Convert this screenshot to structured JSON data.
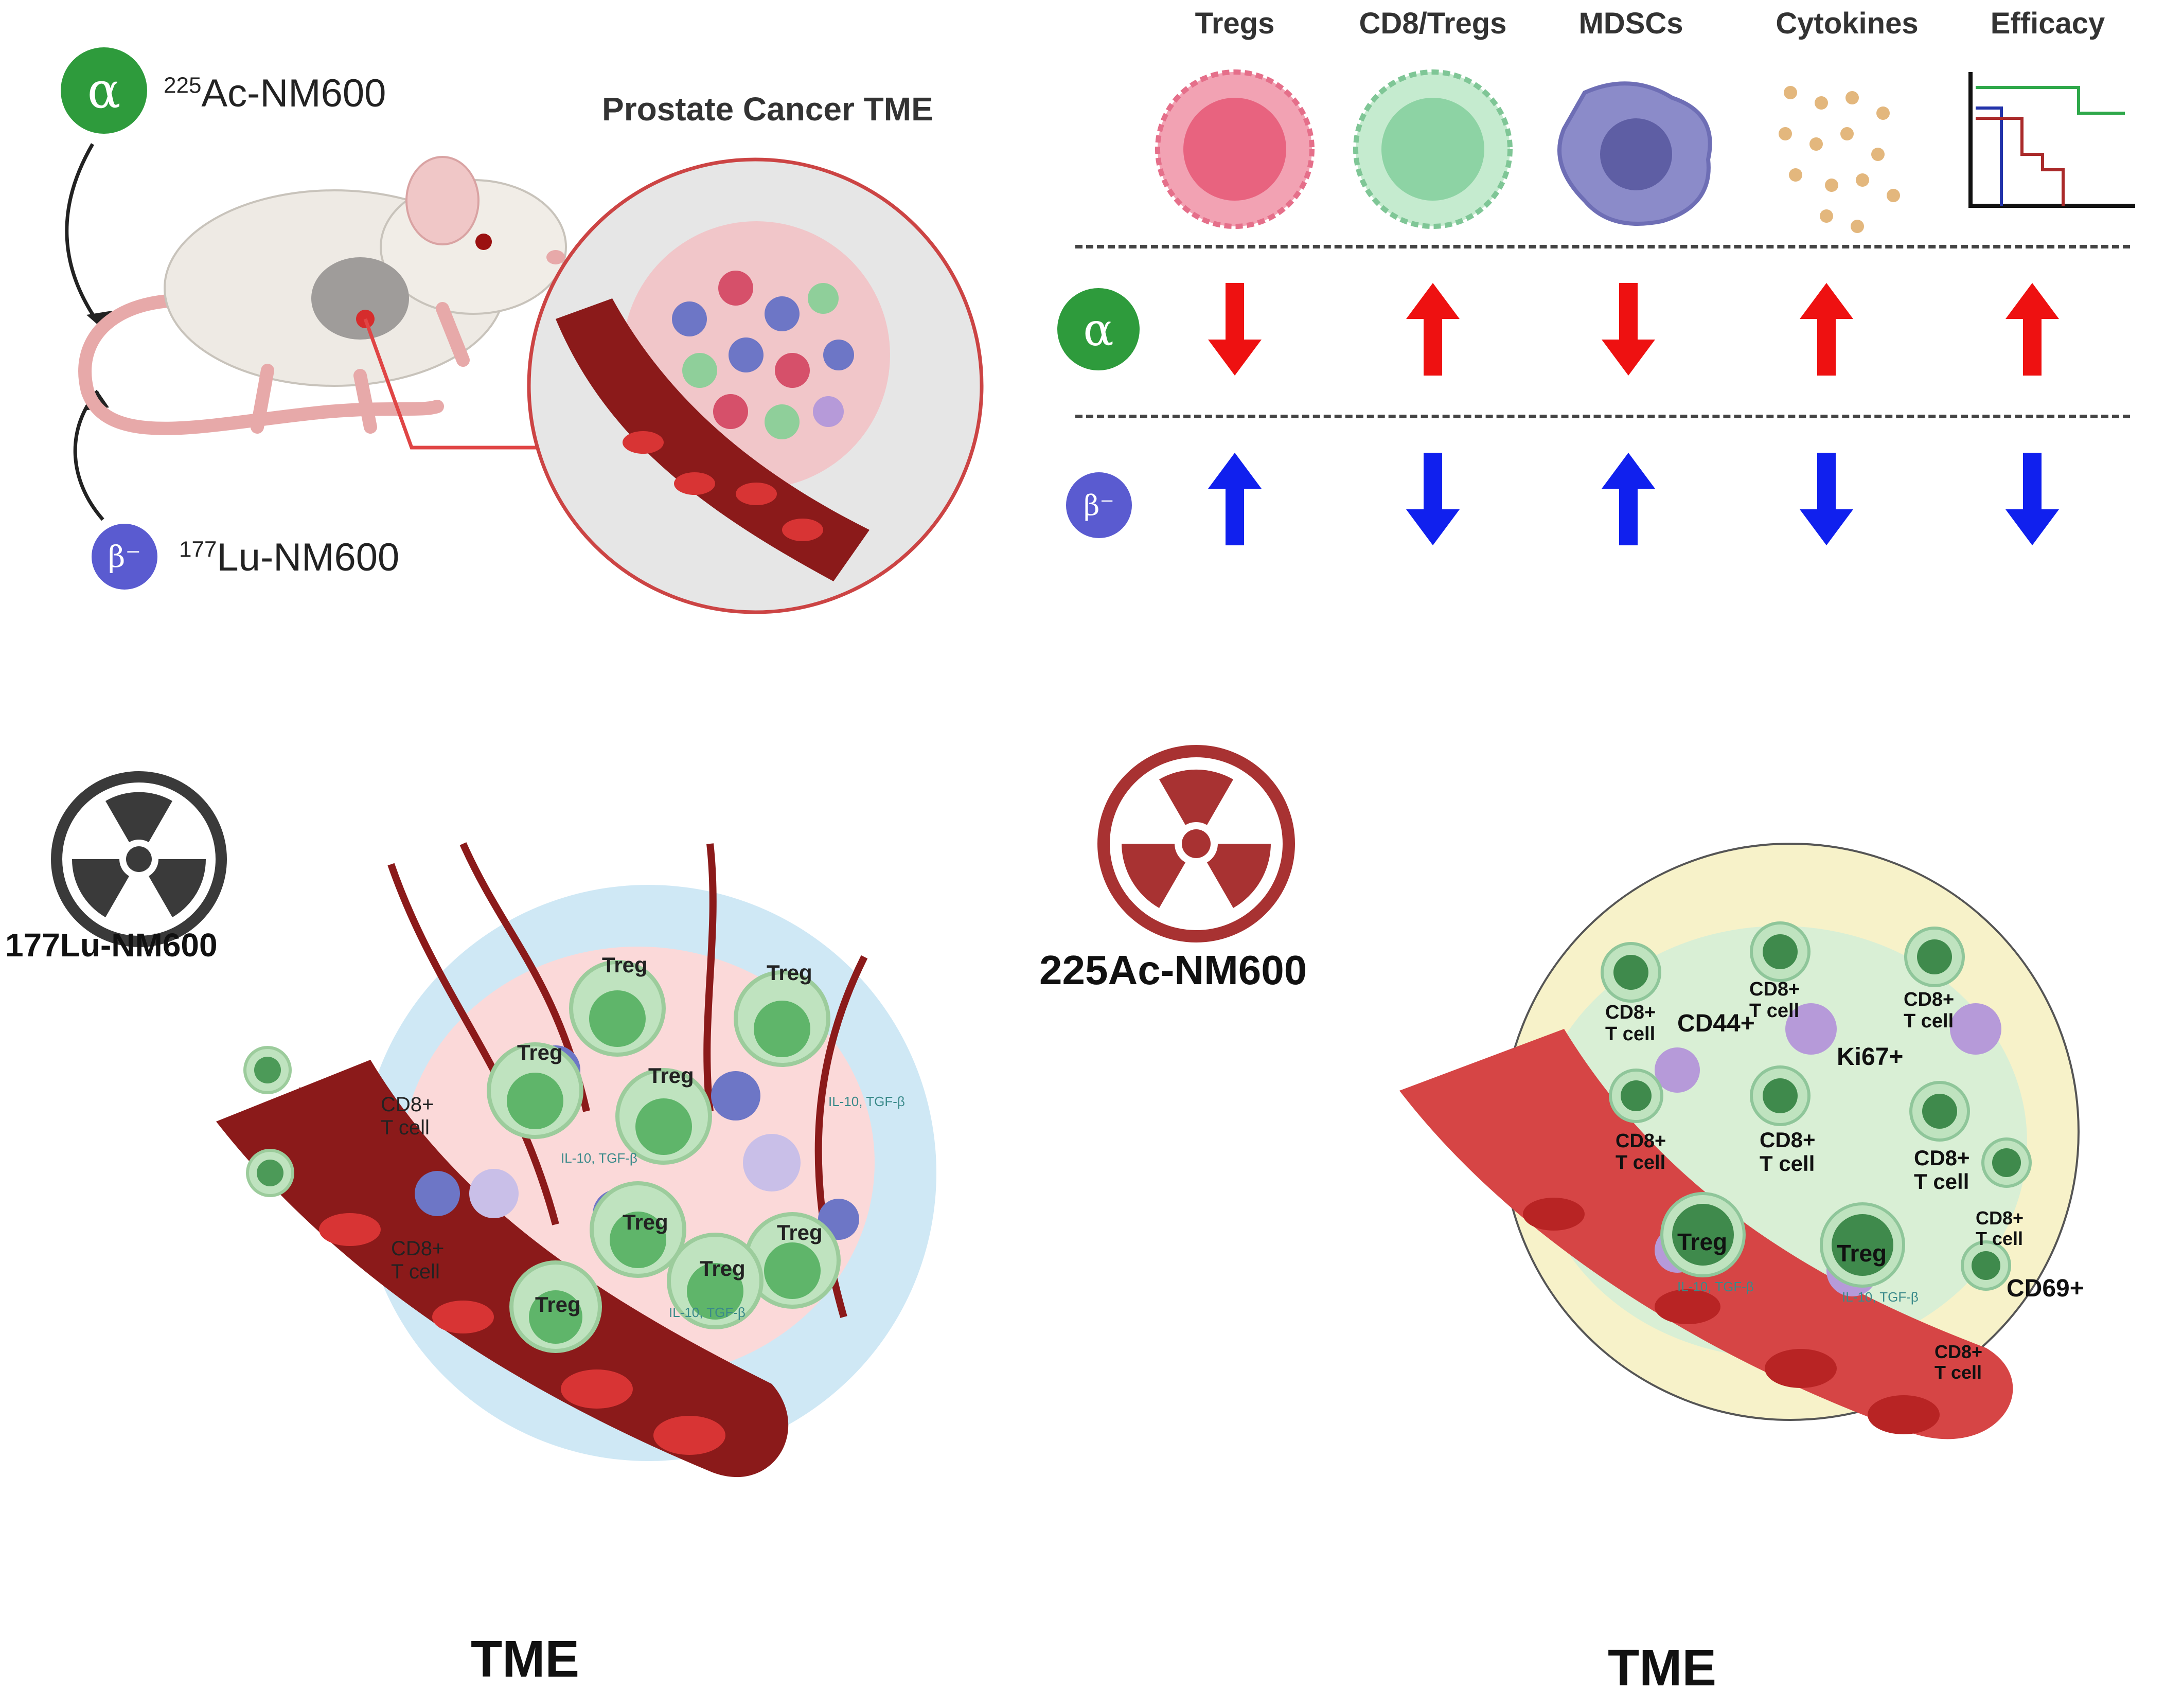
{
  "top": {
    "alpha_symbol": "α",
    "beta_symbol": "β⁻",
    "ac_mass": "225",
    "ac_name": "Ac-NM600",
    "lu_mass": "177",
    "lu_name": "Lu-NM600",
    "tme_title": "Prostate Cancer TME"
  },
  "effects": {
    "columns": [
      "Tregs",
      "CD8/Tregs",
      "MDSCs",
      "Cytokines",
      "Efficacy"
    ],
    "alpha_row": [
      "down",
      "up",
      "down",
      "up",
      "up"
    ],
    "beta_row": [
      "up",
      "down",
      "up",
      "down",
      "down"
    ]
  },
  "bottom_left": {
    "label": "177Lu-NM600",
    "tme": "TME",
    "treg": "Treg",
    "cd8": "CD8+",
    "tcell": "T cell",
    "cytokines": "IL-10, TGF-β"
  },
  "bottom_right": {
    "label": "225Ac-NM600",
    "tme": "TME",
    "treg": "Treg",
    "cd8": "CD8+",
    "tcell": "T cell",
    "cd44": "CD44+",
    "ki67": "Ki67+",
    "cd69": "CD69+",
    "cytokines": "IL-10, TGF-β"
  },
  "colors": {
    "alpha_badge": "#2e9b3c",
    "beta_badge": "#5a5bd0",
    "arrow_up_alpha": "#ee1111",
    "arrow_down_beta": "#1020ee",
    "treg_cell": "#bfe3bf",
    "blood_vessel": "#8b1a1a",
    "lu_symbol": "#3a3a3a",
    "ac_symbol": "#a83232"
  }
}
